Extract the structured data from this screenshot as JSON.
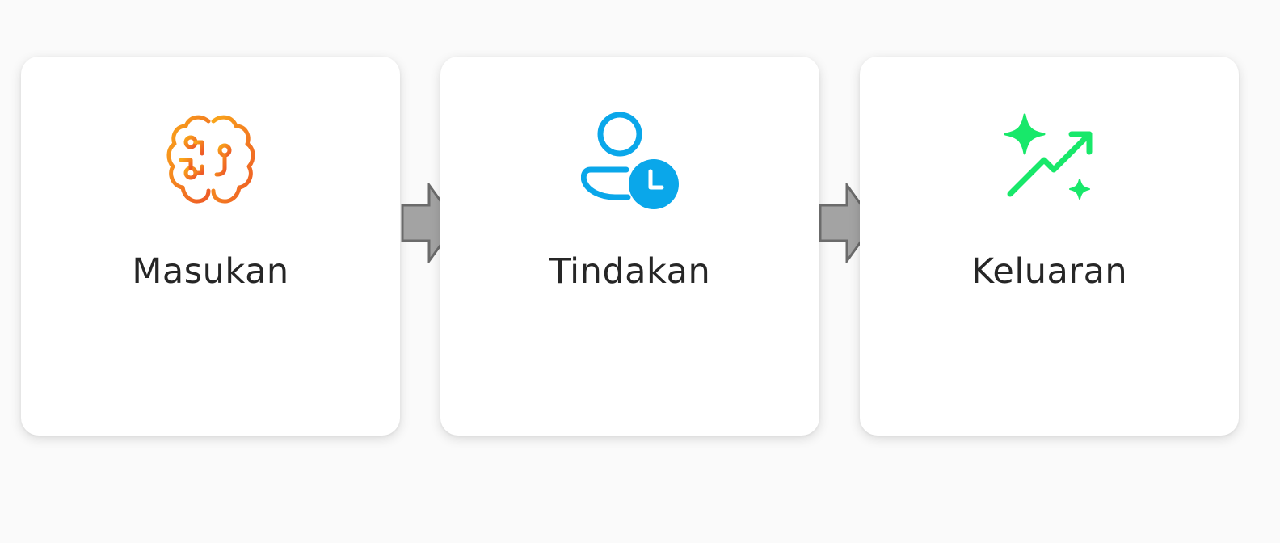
{
  "steps": [
    {
      "label": "Masukan",
      "icon": "brain-circuit-icon",
      "color_start": "#f9a61a",
      "color_end": "#ee5a27"
    },
    {
      "label": "Tindakan",
      "icon": "user-clock-icon",
      "color": "#0aa7ea"
    },
    {
      "label": "Keluaran",
      "icon": "sparkle-trend-up-icon",
      "color": "#18e86a"
    }
  ],
  "connector": {
    "icon": "arrow-right-icon",
    "fill": "#a3a3a3",
    "stroke": "#6b6b6b"
  }
}
